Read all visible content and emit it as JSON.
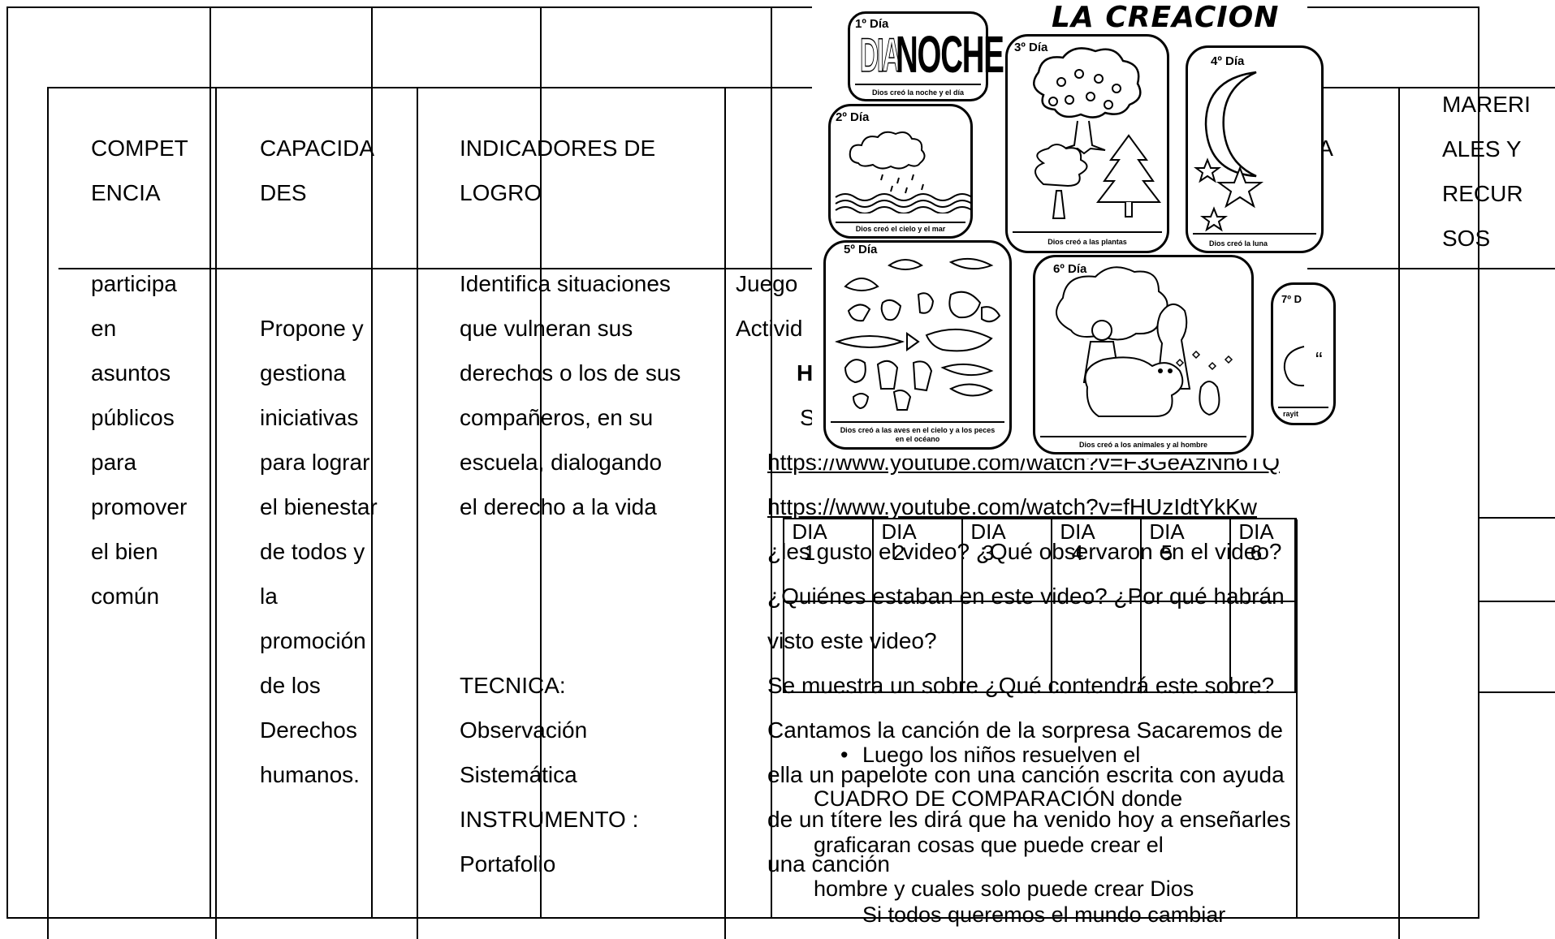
{
  "table": {
    "headers": {
      "competencia": [
        "COMPET",
        "ENCIA"
      ],
      "capacidades": [
        "CAPACIDA",
        "DES"
      ],
      "indicadores": [
        "INDICADORES DE",
        "LOGRO"
      ],
      "secuencia_tail": "CA",
      "materiales": [
        "MARERI",
        "ALES   Y",
        "RECUR",
        "SOS"
      ]
    },
    "competencia_body": [
      "participa",
      "en",
      "asuntos",
      "públicos",
      "para",
      "promover",
      "el bien",
      "común"
    ],
    "capacidades_body": [
      "Propone y",
      "gestiona",
      "iniciativas",
      "para lograr",
      "el bienestar",
      "de todos y",
      "la",
      "promoción",
      "de los",
      "Derechos",
      "humanos."
    ],
    "indicadores_body": [
      "Identifica situaciones",
      "que vulneran sus",
      "derechos o los de sus",
      "compañeros, en su",
      "escuela, dialogando",
      "el derecho a la vida"
    ],
    "tecnica": [
      "TECNICA:",
      "Observación",
      "Sistemática",
      "INSTRUMENTO :",
      "Portafolio"
    ],
    "juego": [
      "Juego",
      "Activid"
    ],
    "partial_h": "H",
    "partial_s": "S",
    "quote_mark": "“",
    "links": [
      "https://www.youtube.com/watch?v=F3GeAzNn6TQ",
      "https://www.youtube.com/watch?v=fHUzIdtYkKw"
    ],
    "sequence_lines": [
      "¿les gusto el video? ¿Qué observaron en el video?",
      "¿Quiénes estaban en este video? ¿Por qué habrán",
      "visto este  video?",
      "Se muestra un sobre ¿Qué contendrá este sobre?",
      "Cantamos la canción de la sorpresa  Sacaremos  de",
      "ella un papelote con una canción escrita con ayuda",
      "de un títere les dirá que ha venido hoy a enseñarles",
      "una canción"
    ],
    "overlay_lines": [
      "Luego los niños resuelven el",
      "CUADRO DE COMPARACIÓN donde",
      "graficaran  cosas que puede crear el",
      "hombre y cuales solo puede crear Dios",
      "Si todos queremos el mundo cambiar"
    ],
    "bullet": "•",
    "days": [
      {
        "word": "DIA",
        "num": "1"
      },
      {
        "word": "DIA",
        "num": "2"
      },
      {
        "word": "DIA",
        "num": "3"
      },
      {
        "word": "DIA",
        "num": "4"
      },
      {
        "word": "DIA",
        "num": "5"
      },
      {
        "word": "DIA",
        "num": "6"
      }
    ]
  },
  "illustration": {
    "title": "LA CREACION DE D",
    "day1": {
      "label": "1º Día",
      "dia": "DIA",
      "noche": "NOCHE",
      "caption": "Dios creó la noche y el día"
    },
    "day2": {
      "label": "2º Día",
      "caption": "Dios creó el cielo y el mar"
    },
    "day3": {
      "label": "3º Día",
      "caption": "Dios creó a las plantas"
    },
    "day4": {
      "label": "4º Día",
      "caption": "Dios creó la luna"
    },
    "day5": {
      "label": "5º Día",
      "caption": "Dios creó  a las aves en el cielo y a los peces en el océano"
    },
    "day6": {
      "label": "6º Día",
      "caption": "Dios creó a los animales y al hombre"
    },
    "day7": {
      "label": "7º D",
      "caption": "rayit"
    }
  }
}
